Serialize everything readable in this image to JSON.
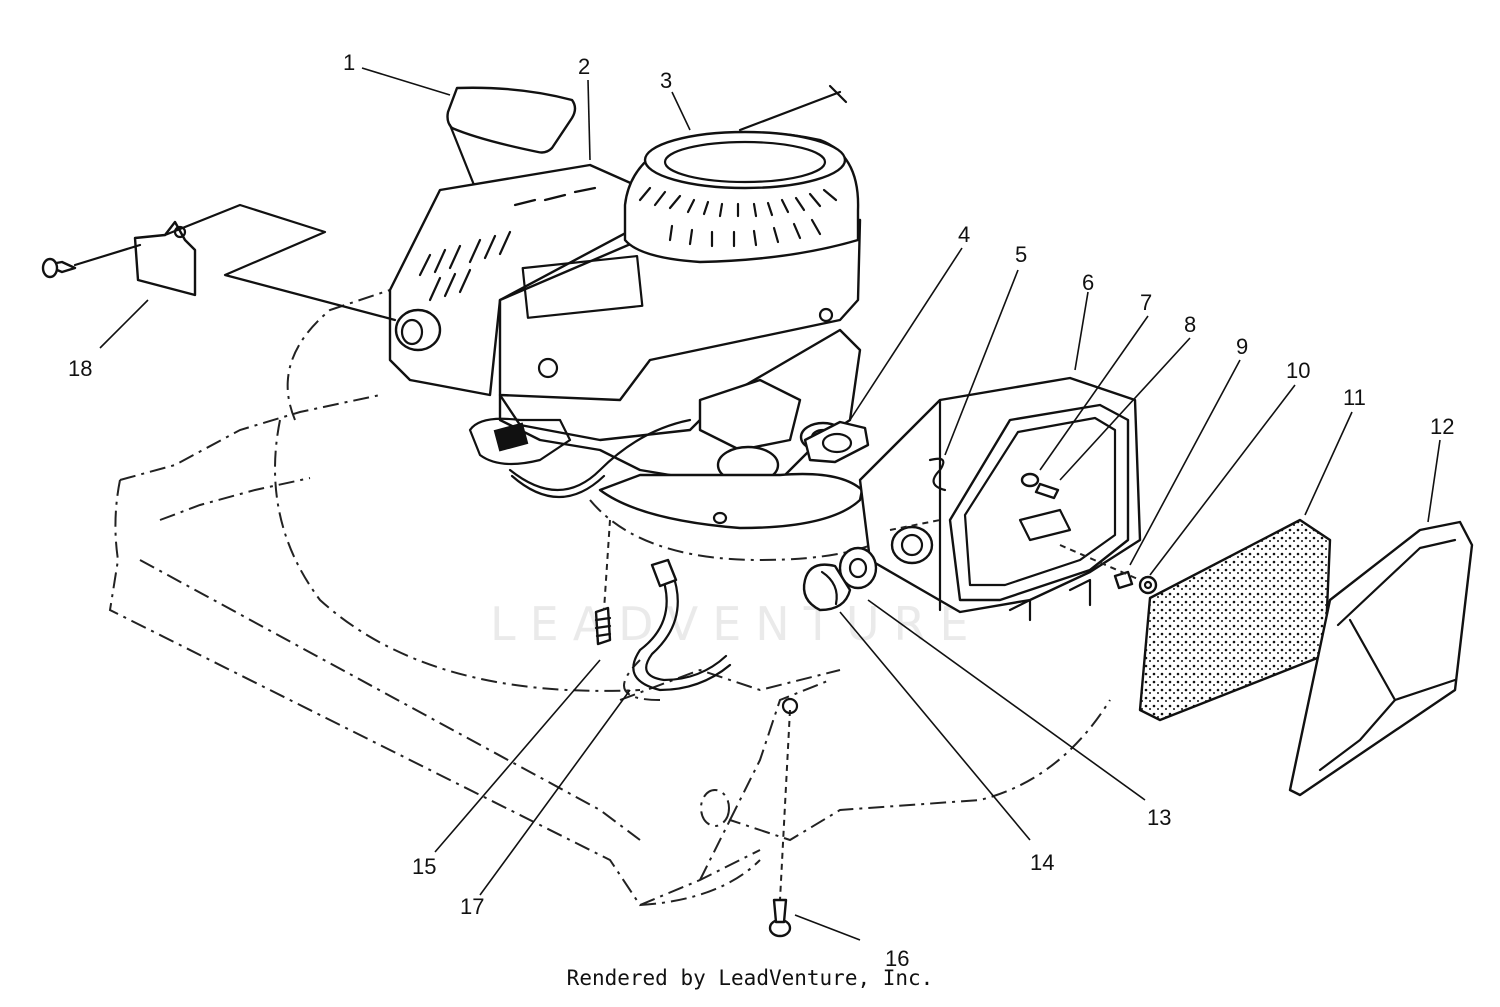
{
  "callouts": [
    {
      "id": "1",
      "label": "1"
    },
    {
      "id": "2",
      "label": "2"
    },
    {
      "id": "3",
      "label": "3"
    },
    {
      "id": "4",
      "label": "4"
    },
    {
      "id": "5",
      "label": "5"
    },
    {
      "id": "6",
      "label": "6"
    },
    {
      "id": "7",
      "label": "7"
    },
    {
      "id": "8",
      "label": "8"
    },
    {
      "id": "9",
      "label": "9"
    },
    {
      "id": "10",
      "label": "10"
    },
    {
      "id": "11",
      "label": "11"
    },
    {
      "id": "12",
      "label": "12"
    },
    {
      "id": "13",
      "label": "13"
    },
    {
      "id": "14",
      "label": "14"
    },
    {
      "id": "15",
      "label": "15"
    },
    {
      "id": "16",
      "label": "16"
    },
    {
      "id": "17",
      "label": "17"
    },
    {
      "id": "18",
      "label": "18"
    }
  ],
  "watermark": "LEADVENTURE",
  "footer": "Rendered by LeadVenture, Inc.",
  "colors": {
    "line": "#111111",
    "background": "#ffffff"
  }
}
